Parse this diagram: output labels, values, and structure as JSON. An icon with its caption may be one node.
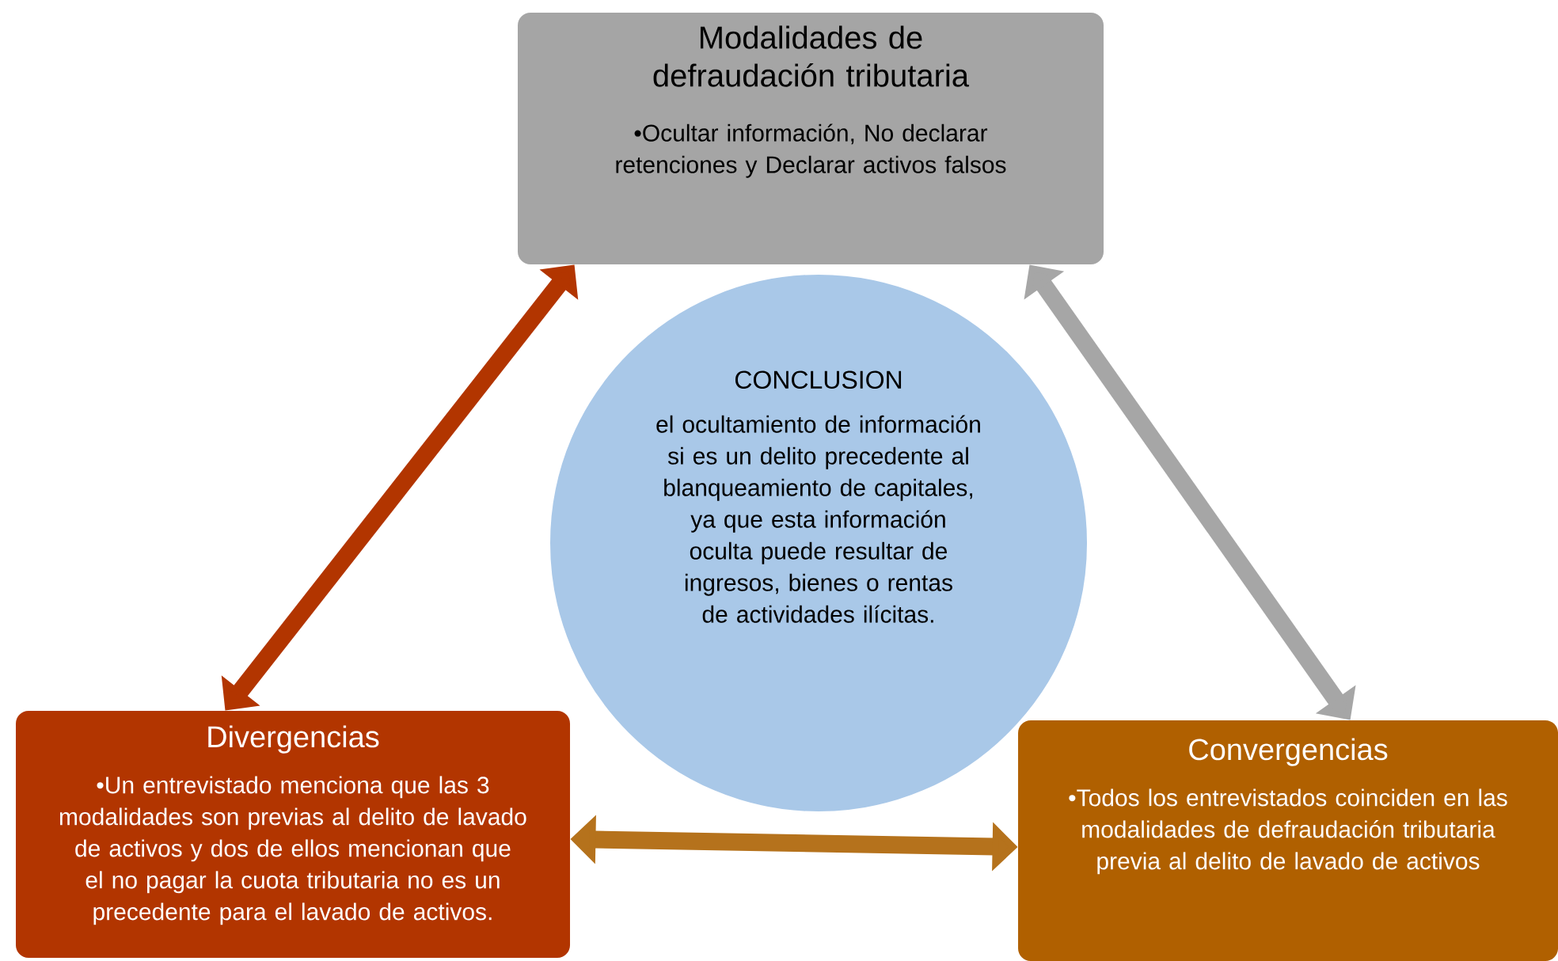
{
  "diagram": {
    "nodes": [
      {
        "text": [
          "Modalidades de defraudación tributaria",
          "•Ocultar información, No declarar retenciones y Declarar activos falsos"
        ]
      },
      {
        "text": [
          "CONCLUSION",
          "el ocultamiento de información si es un delito precedente al blanqueamiento de capitales, ya que esta información oculta puede resultar de ingresos, bienes o rentas de actividades ilícitas."
        ]
      },
      {
        "text": [
          "Divergencias",
          "•Un entrevistado menciona que las 3 modalidades son previas al delito de lavado de activos y dos de ellos mencionan que el no pagar la cuota tributaria no es un precedente para el lavado de activos."
        ]
      },
      {
        "text": [
          "Convergencias",
          "•Todos los entrevistados coinciden en las modalidades de defraudación tributaria previa al delito de lavado de activos"
        ]
      }
    ],
    "edges": [
      {
        "from": 0,
        "to": 2,
        "arrow": "both",
        "color": "#b23500"
      },
      {
        "from": 0,
        "to": 3,
        "arrow": "both",
        "color": "#a6a6a6"
      },
      {
        "from": 2,
        "to": 3,
        "arrow": "both",
        "color": "#b5721c"
      }
    ]
  }
}
